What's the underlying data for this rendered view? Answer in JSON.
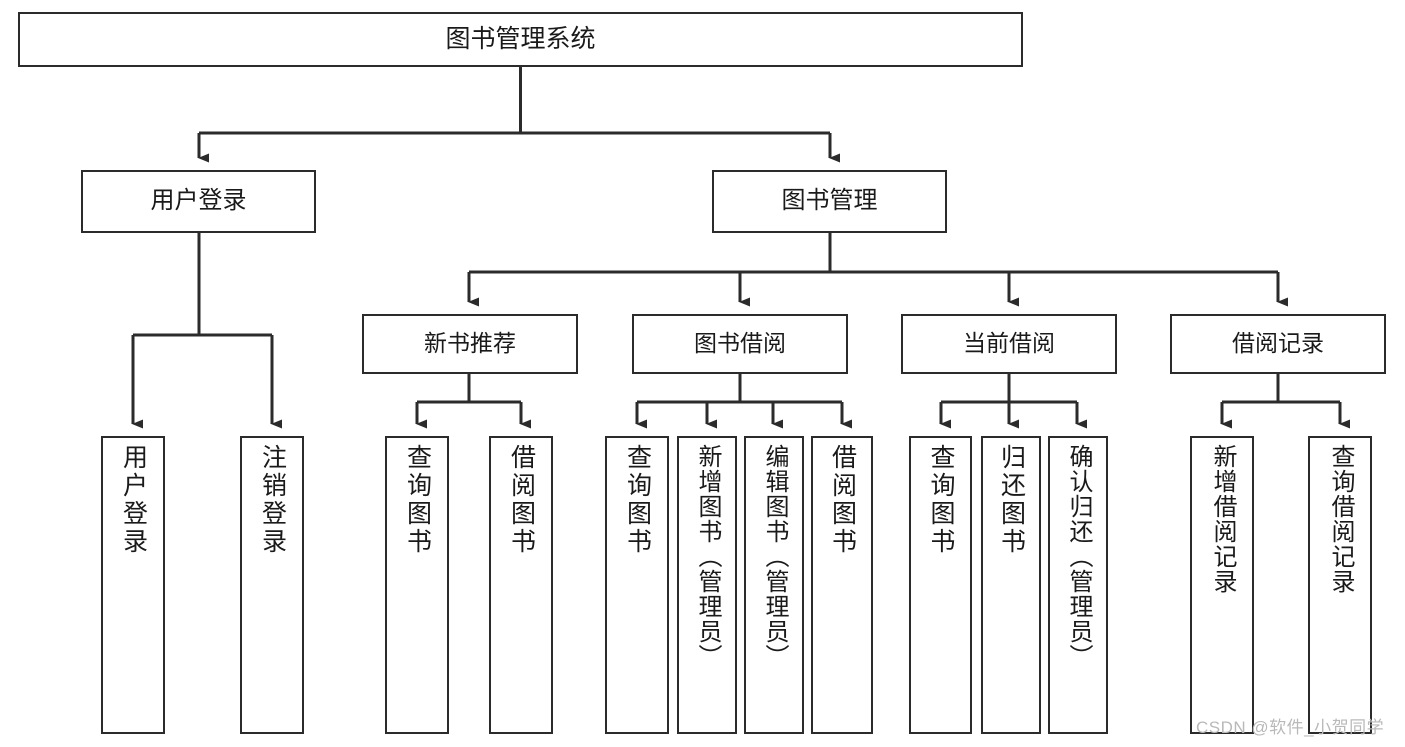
{
  "diagram": {
    "type": "tree",
    "title": "图书管理系统",
    "watermark": "CSDN @软件_小贺同学",
    "colors": {
      "border": "#2b2b2b",
      "background": "#ffffff",
      "text": "#1a1a1a",
      "watermark": "#b9b9b9"
    },
    "nodes": {
      "root": "图书管理系统",
      "level2": [
        "用户登录",
        "图书管理"
      ],
      "level3": [
        "新书推荐",
        "图书借阅",
        "当前借阅",
        "借阅记录"
      ],
      "leaves": {
        "user_login": [
          "用户登录",
          "注销登录"
        ],
        "new_book": [
          "查询图书",
          "借阅图书"
        ],
        "borrow": [
          "查询图书",
          "新增图书（管理员）",
          "编辑图书（管理员）",
          "借阅图书"
        ],
        "current": [
          "查询图书",
          "归还图书",
          "确认归还（管理员）"
        ],
        "records": [
          "新增借阅记录",
          "查询借阅记录"
        ]
      }
    },
    "edges": [
      {
        "from": "图书管理系统",
        "to": "用户登录"
      },
      {
        "from": "图书管理系统",
        "to": "图书管理"
      },
      {
        "from": "图书管理",
        "to": "新书推荐"
      },
      {
        "from": "图书管理",
        "to": "图书借阅"
      },
      {
        "from": "图书管理",
        "to": "当前借阅"
      },
      {
        "from": "图书管理",
        "to": "借阅记录"
      },
      {
        "from": "用户登录",
        "to": "用户登录"
      },
      {
        "from": "用户登录",
        "to": "注销登录"
      },
      {
        "from": "新书推荐",
        "to": "查询图书"
      },
      {
        "from": "新书推荐",
        "to": "借阅图书"
      },
      {
        "from": "图书借阅",
        "to": "查询图书"
      },
      {
        "from": "图书借阅",
        "to": "新增图书（管理员）"
      },
      {
        "from": "图书借阅",
        "to": "编辑图书（管理员）"
      },
      {
        "from": "图书借阅",
        "to": "借阅图书"
      },
      {
        "from": "当前借阅",
        "to": "查询图书"
      },
      {
        "from": "当前借阅",
        "to": "归还图书"
      },
      {
        "from": "当前借阅",
        "to": "确认归还（管理员）"
      },
      {
        "from": "借阅记录",
        "to": "新增借阅记录"
      },
      {
        "from": "借阅记录",
        "to": "查询借阅记录"
      }
    ]
  }
}
